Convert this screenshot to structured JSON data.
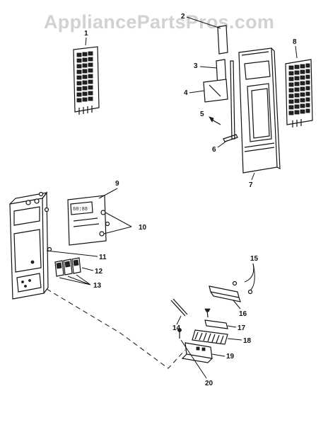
{
  "watermark": "AppliancePartsPros.com",
  "callouts": {
    "c1": "1",
    "c2": "2",
    "c3": "3",
    "c4": "4",
    "c5": "5",
    "c6": "6",
    "c7": "7",
    "c8": "8",
    "c9": "9",
    "c10": "10",
    "c11": "11",
    "c12": "12",
    "c13": "13",
    "c14": "14",
    "c15": "15",
    "c16": "16",
    "c17": "17",
    "c18": "18",
    "c19": "19",
    "c20": "20"
  },
  "display_readout": "88:88"
}
